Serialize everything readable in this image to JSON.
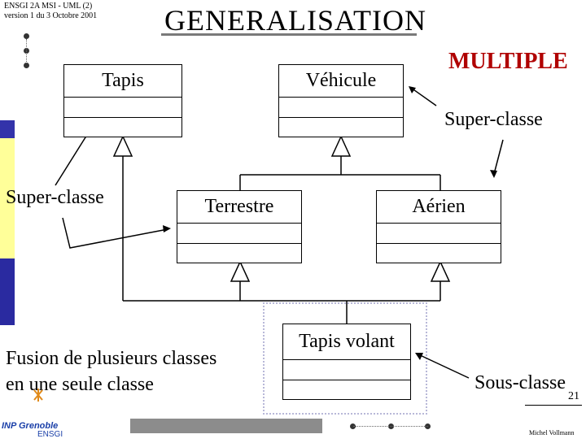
{
  "header": {
    "course": "ENSGI 2A MSI - UML (2)",
    "version": "version 1 du 3 Octobre 2001",
    "title": "GENERALISATION",
    "subtitle": "MULTIPLE"
  },
  "classes": {
    "tapis": "Tapis",
    "vehicule": "Véhicule",
    "terrestre": "Terrestre",
    "aerien": "Aérien",
    "tapis_volant": "Tapis volant"
  },
  "annotations": {
    "superclasse_right": "Super-classe",
    "superclasse_left": "Super-classe",
    "fusion_line1": "Fusion de plusieurs classes",
    "fusion_line2": "en une seule classe",
    "sousclasse": "Sous-classe"
  },
  "footer": {
    "page": "21",
    "author": "Michel Vollmann",
    "logo_text": "INP Grenoble",
    "logo_sub": "ENSGI"
  },
  "colors": {
    "sidebar_yellow": "#ffff99",
    "sidebar_blue": "#2a2aa0",
    "footer_bar": "#8c8c8c",
    "dotted_frame": "#b8b8d8",
    "logo_orange": "#e08a1a",
    "logo_blue": "#1a3fa8"
  }
}
